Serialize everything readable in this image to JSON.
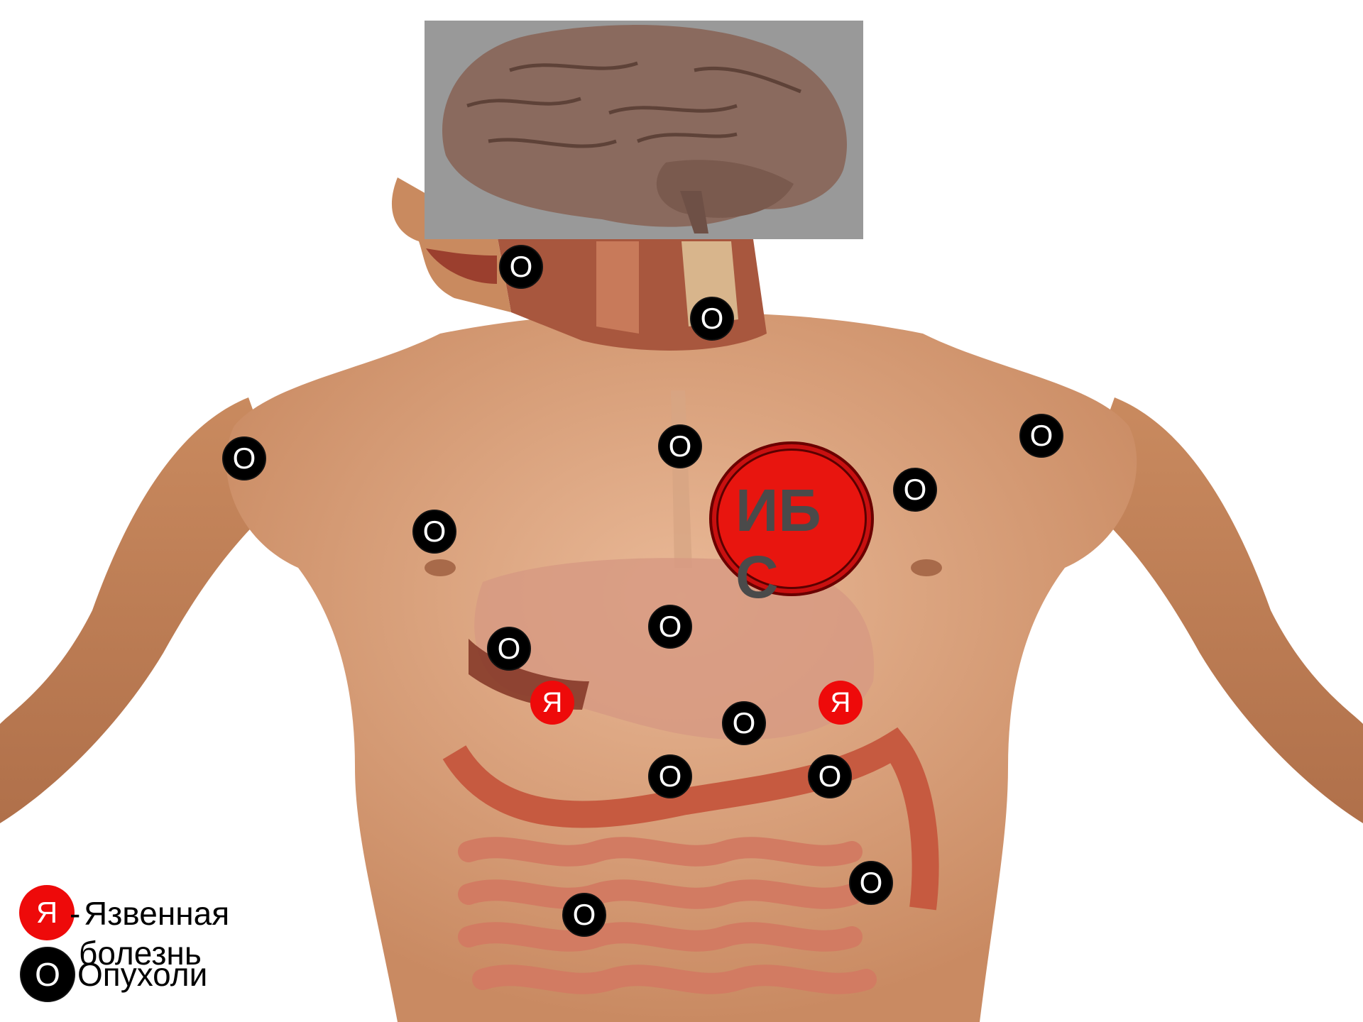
{
  "markers": {
    "tumor": "О",
    "ulcer": "Я"
  },
  "ibs_label": "ИБС",
  "legend": {
    "ulcer_symbol": "Я",
    "ulcer_dash": "-",
    "ulcer_line1": "Язвенная",
    "ulcer_line2": "болезнь",
    "tumor_symbol": "О",
    "tumor_text": "Опухоли"
  },
  "colors": {
    "ulcer": "#ee0a0a",
    "tumor": "#000000",
    "ibs": "#e8150f"
  }
}
